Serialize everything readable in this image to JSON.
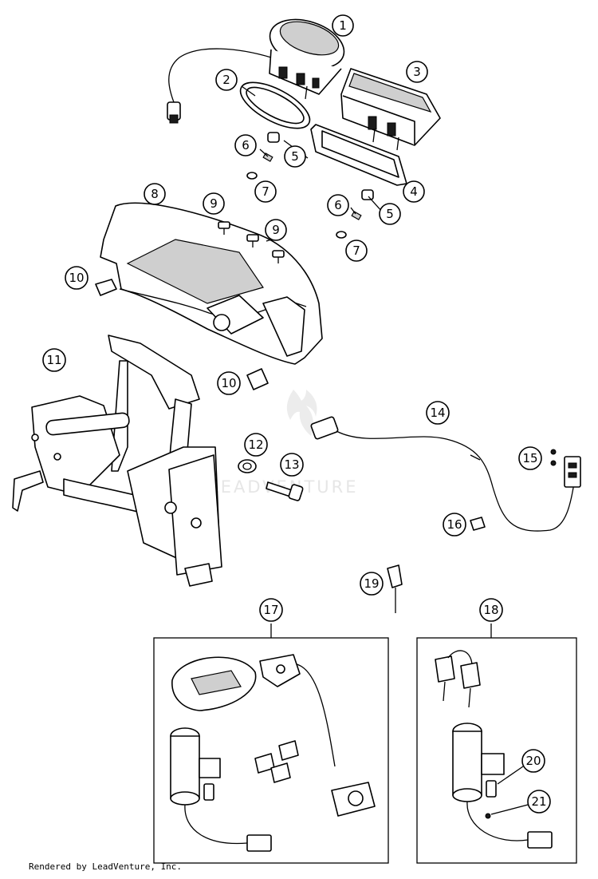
{
  "callouts": [
    {
      "id": "c1",
      "label": "1"
    },
    {
      "id": "c2",
      "label": "2"
    },
    {
      "id": "c3",
      "label": "3"
    },
    {
      "id": "c4",
      "label": "4"
    },
    {
      "id": "c5a",
      "label": "5"
    },
    {
      "id": "c5b",
      "label": "5"
    },
    {
      "id": "c6a",
      "label": "6"
    },
    {
      "id": "c6b",
      "label": "6"
    },
    {
      "id": "c7a",
      "label": "7"
    },
    {
      "id": "c7b",
      "label": "7"
    },
    {
      "id": "c8",
      "label": "8"
    },
    {
      "id": "c9a",
      "label": "9"
    },
    {
      "id": "c9b",
      "label": "9"
    },
    {
      "id": "c10a",
      "label": "10"
    },
    {
      "id": "c10b",
      "label": "10"
    },
    {
      "id": "c11",
      "label": "11"
    },
    {
      "id": "c12",
      "label": "12"
    },
    {
      "id": "c13",
      "label": "13"
    },
    {
      "id": "c14",
      "label": "14"
    },
    {
      "id": "c15",
      "label": "15"
    },
    {
      "id": "c16",
      "label": "16"
    },
    {
      "id": "c17",
      "label": "17"
    },
    {
      "id": "c18",
      "label": "18"
    },
    {
      "id": "c19",
      "label": "19"
    },
    {
      "id": "c20",
      "label": "20"
    },
    {
      "id": "c21",
      "label": "21"
    }
  ],
  "watermark": "LEADVENTURE",
  "footer": "Rendered by LeadVenture, Inc."
}
